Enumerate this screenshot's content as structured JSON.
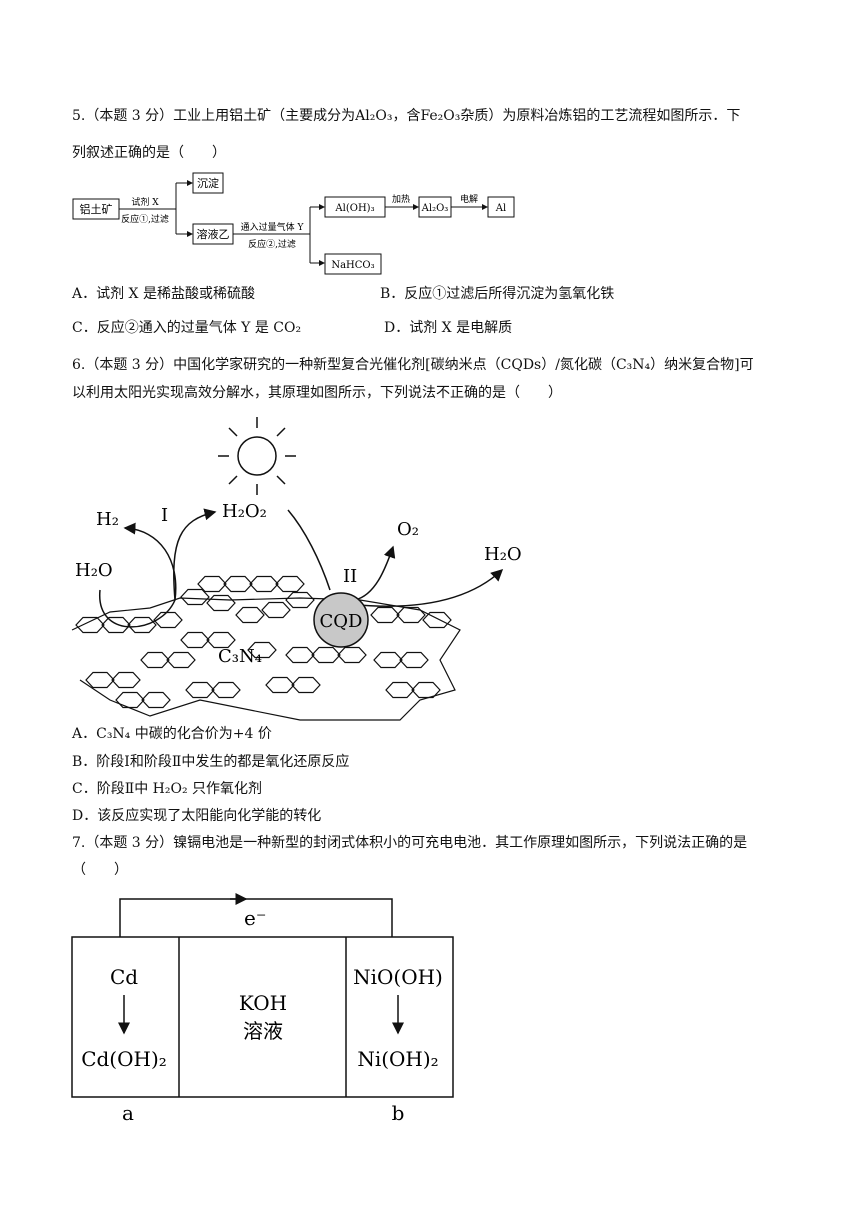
{
  "q5": {
    "stem_line1": "5.（本题 3 分）工业上用铝土矿（主要成分为Al₂O₃，含Fe₂O₃杂质）为原料冶炼铝的工艺流程如图所示．下",
    "stem_line2": "列叙述正确的是（　　）",
    "flow": {
      "bauxite": "铝土矿",
      "reagent": "试剂 X",
      "reaction1": "反应①,过滤",
      "precipitate": "沉淀",
      "solution": "溶液乙",
      "gas": "通入过量气体 Y",
      "reaction2": "反应②,过滤",
      "aloh3": "Al(OH)₃",
      "heat": "加热",
      "al2o3": "Al₂O₃",
      "electrolysis": "电解",
      "al": "Al",
      "nahco3": "NaHCO₃"
    },
    "optA": "A．试剂 X 是稀盐酸或稀硫酸",
    "optB": "B．反应①过滤后所得沉淀为氢氧化铁",
    "optC": "C．反应②通入的过量气体 Y 是 CO₂",
    "optD": "D．试剂 X 是电解质"
  },
  "q6": {
    "stem_line1": "6.（本题 3 分）中国化学家研究的一种新型复合光催化剂[碳纳米点（CQDs）/氮化碳（C₃N₄）纳米复合物]可",
    "stem_line2": "以利用太阳光实现高效分解水，其原理如图所示，下列说法不正确的是（　　）",
    "diagram": {
      "h2": "H₂",
      "stage1": "I",
      "h2o2": "H₂O₂",
      "o2": "O₂",
      "h2o_right": "H₂O",
      "h2o_left": "H₂O",
      "stage2": "II",
      "cqd": "CQD",
      "c3n4": "C₃N₄"
    },
    "optA": "A．C₃N₄ 中碳的化合价为+4 价",
    "optB": "B．阶段Ⅰ和阶段Ⅱ中发生的都是氧化还原反应",
    "optC": "C．阶段Ⅱ中 H₂O₂ 只作氧化剂",
    "optD": "D．该反应实现了太阳能向化学能的转化"
  },
  "q7": {
    "stem_line1": "7.（本题 3 分）镍镉电池是一种新型的封闭式体积小的可充电电池．其工作原理如图所示，下列说法正确的是",
    "stem_line2": "（　　）",
    "cell": {
      "electron": "e⁻",
      "cd": "Cd",
      "cdoh2": "Cd(OH)₂",
      "koh": "KOH",
      "solution": "溶液",
      "nioooh": "NiO(OH)",
      "nioh2": "Ni(OH)₂",
      "label_a": "a",
      "label_b": "b"
    }
  }
}
